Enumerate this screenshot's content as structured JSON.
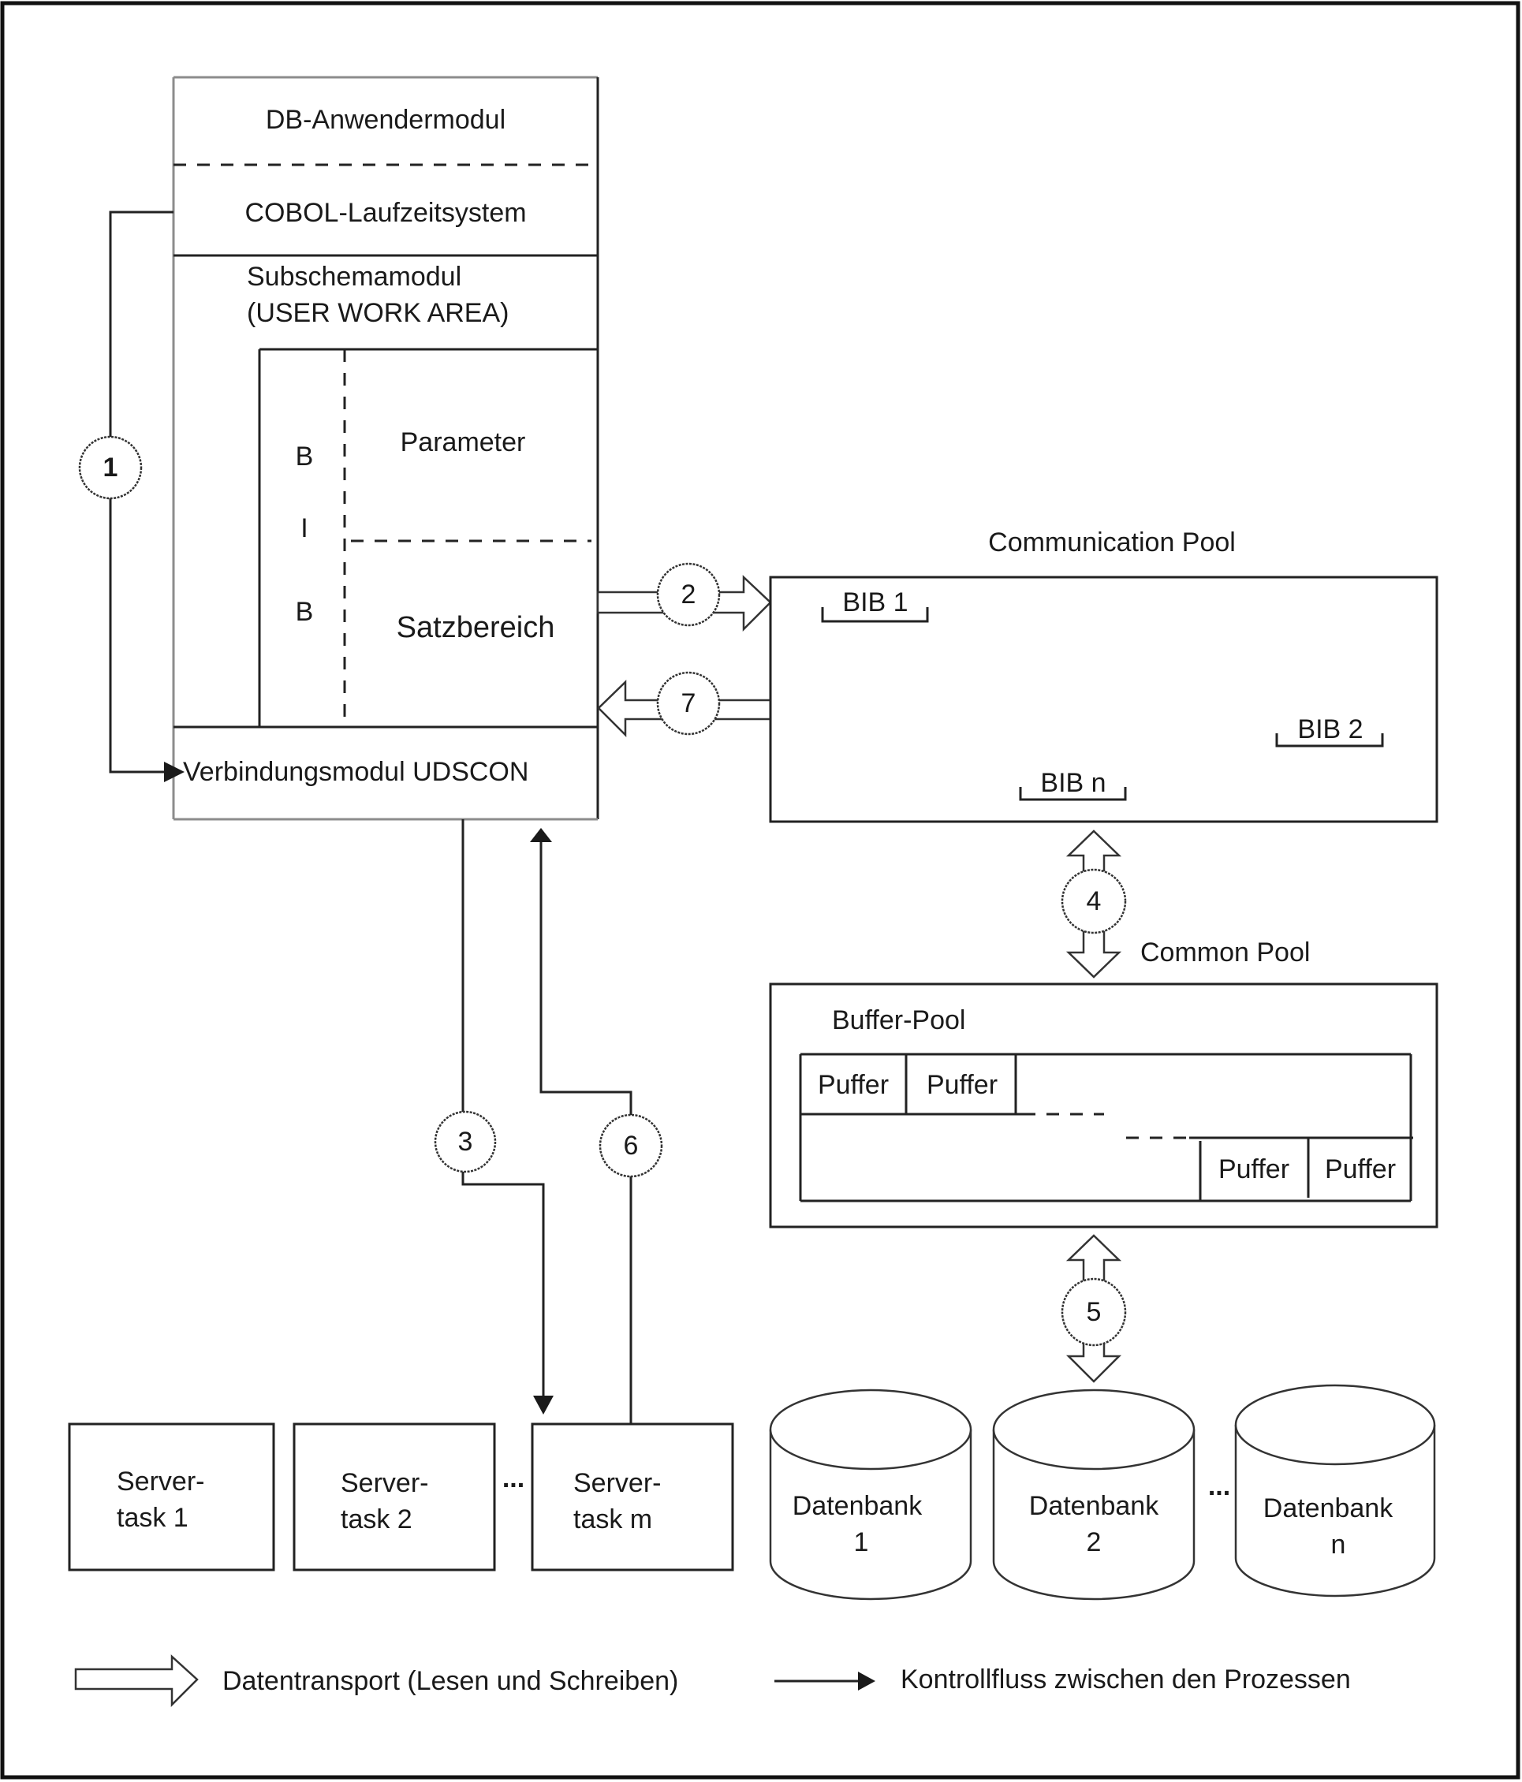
{
  "diagram": {
    "application_block": {
      "db_user_module": "DB-Anwendermodul",
      "cobol_runtime": "COBOL-Laufzeitsystem",
      "subschema_line1": "Subschemamodul",
      "subschema_line2": "(USER WORK AREA)",
      "bib_letters": [
        "B",
        "I",
        "B"
      ],
      "parameter": "Parameter",
      "record_area": "Satzbereich",
      "connection_module": "Verbindungsmodul UDSCON"
    },
    "communication_pool": {
      "title": "Communication Pool",
      "bibs": [
        "BIB 1",
        "BIB 2",
        "BIB n"
      ]
    },
    "common_pool": {
      "title": "Common Pool",
      "buffer_pool": {
        "title": "Buffer-Pool",
        "top_buffers": [
          "Puffer",
          "Puffer"
        ],
        "bottom_buffers": [
          "Puffer",
          "Puffer"
        ]
      }
    },
    "server_tasks": [
      {
        "line1": "Server-",
        "line2": "task 1"
      },
      {
        "line1": "Server-",
        "line2": "task 2"
      },
      {
        "line1": "Server-",
        "line2": "task m"
      }
    ],
    "server_ellipsis": "...",
    "databases": [
      {
        "line1": "Datenbank",
        "line2": "1"
      },
      {
        "line1": "Datenbank",
        "line2": "2"
      },
      {
        "line1": "Datenbank",
        "line2": "n"
      }
    ],
    "database_ellipsis": "...",
    "steps": [
      "1",
      "2",
      "3",
      "4",
      "5",
      "6",
      "7"
    ],
    "legend": {
      "data_transport": "Datentransport (Lesen und Schreiben)",
      "control_flow": "Kontrollfluss zwischen den Prozessen"
    }
  }
}
